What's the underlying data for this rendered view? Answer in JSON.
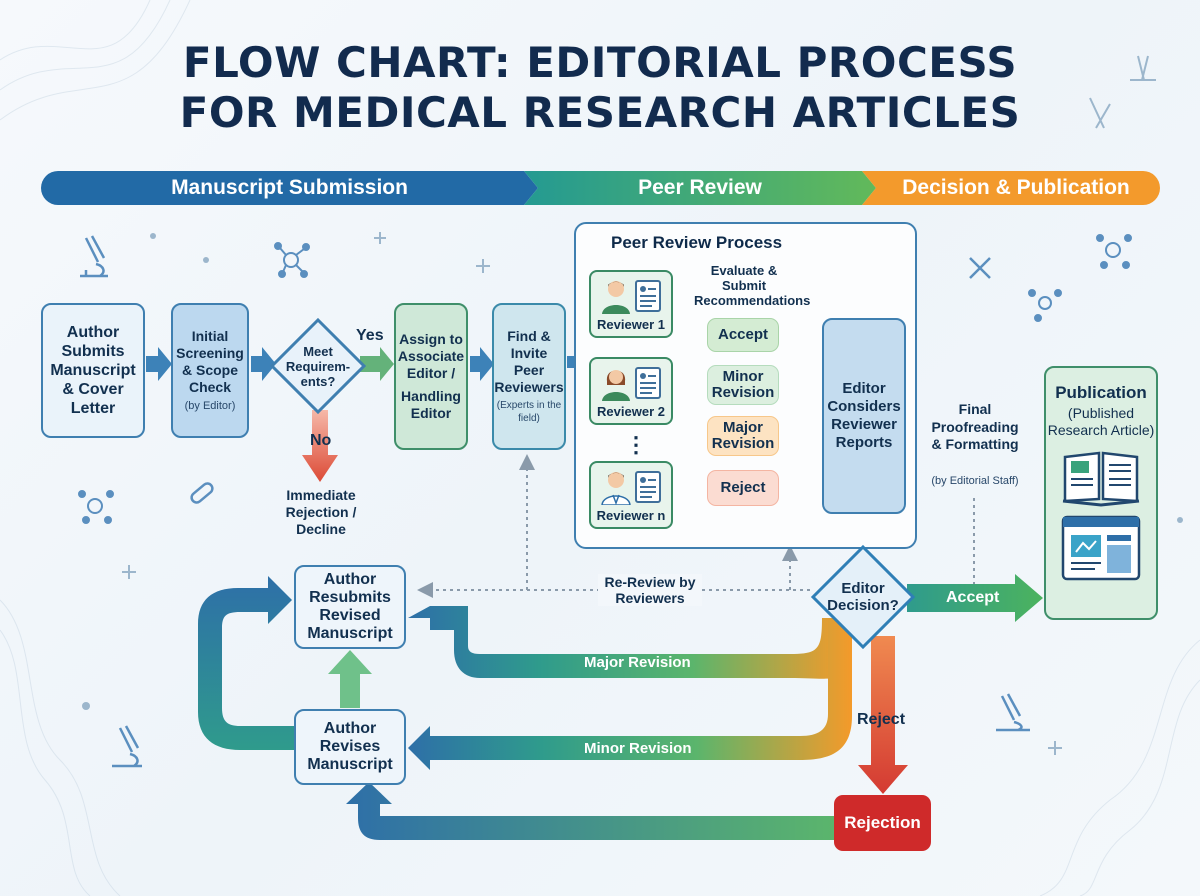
{
  "title": {
    "line1": "FLOW CHART: EDITORIAL PROCESS",
    "line2": "FOR MEDICAL RESEARCH ARTICLES"
  },
  "phases": [
    "Manuscript Submission",
    "Peer Review",
    "Decision & Publication"
  ],
  "nodes": {
    "author_submits": "Author Submits Manuscript & Cover Letter",
    "initial_screening": "Initial Screening & Scope Check",
    "initial_screening_note": "(by Editor)",
    "meet_requirements": "Meet Requirem-ents?",
    "yes": "Yes",
    "no": "No",
    "immediate_rejection": "Immediate Rejection / Decline",
    "assign_editor_1": "Assign to Associate Editor /",
    "assign_editor_2": "Handling Editor",
    "find_reviewers": "Find & Invite Peer Reviewers",
    "find_reviewers_note": "(Experts in the field)",
    "peer_review_process": "Peer Review Process",
    "evaluate": "Evaluate & Submit Recommendations",
    "reviewer1": "Reviewer 1",
    "reviewer2": "Reviewer 2",
    "reviewern": "Reviewer n",
    "ellipsis": "⋮",
    "accept_rec": "Accept",
    "minor_rec": "Minor Revision",
    "major_rec": "Major Revision",
    "reject_rec": "Reject",
    "editor_considers": "Editor Considers Reviewer Reports",
    "editor_decision": "Editor Decision?",
    "final_proof": "Final Proofreading & Formatting",
    "final_proof_note": "(by Editorial Staff)",
    "publication": "Publication",
    "publication_note": "(Published Research Article)",
    "accept_flow": "Accept",
    "reject_flow": "Reject",
    "rejection": "Rejection",
    "rereview": "Re-Review by Reviewers",
    "author_resubmits": "Author Resubmits Revised Manuscript",
    "author_revises": "Author Revises Manuscript",
    "major_flow": "Major Revision",
    "minor_flow": "Minor Revision"
  },
  "colors": {
    "navy": "#12304f",
    "blue": "#2e76b0",
    "teal": "#2c9a8a",
    "green": "#4cb35e",
    "orange": "#f49a2a",
    "red": "#d43a32",
    "dark_red": "#cf2a2a"
  },
  "icons": [
    "microscope-icon",
    "molecule-icon",
    "plus-icon",
    "pill-icon",
    "flask-icon",
    "book-icon",
    "web-article-icon",
    "reviewer-avatar-icon",
    "document-icon"
  ]
}
